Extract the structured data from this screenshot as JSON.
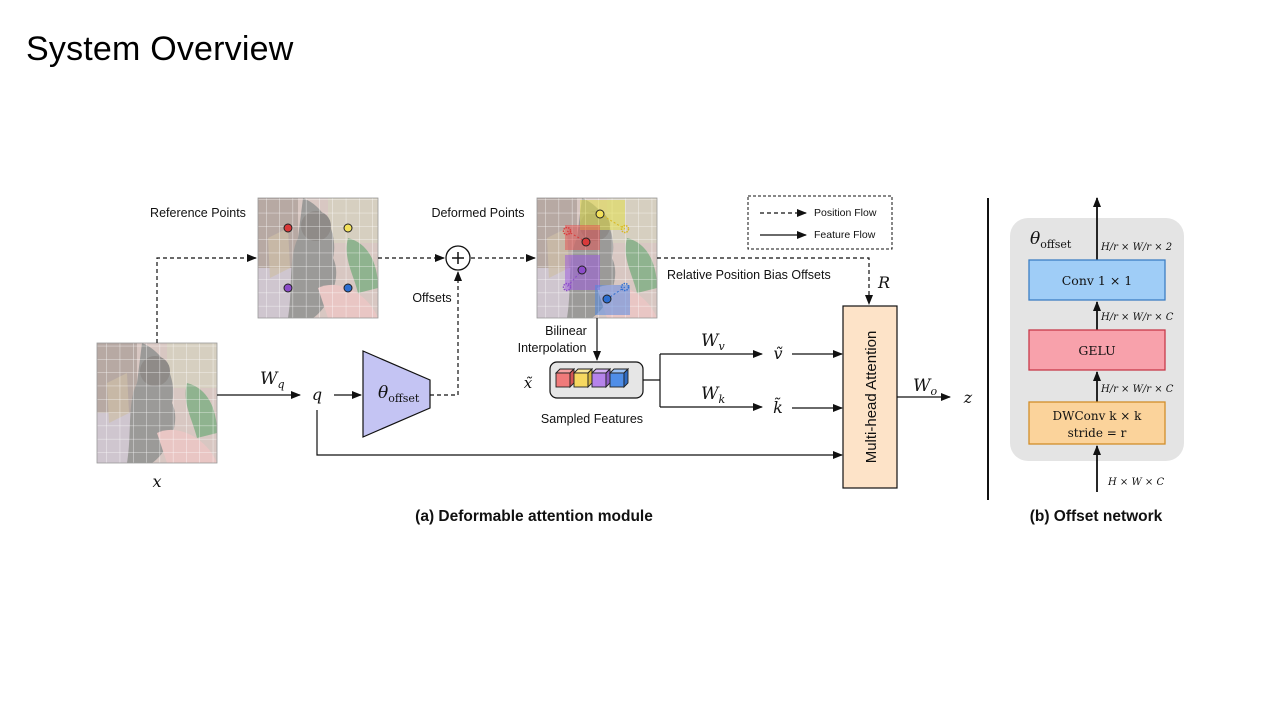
{
  "slide": {
    "title": "System Overview"
  },
  "diagram_a": {
    "reference_points_label": "Reference Points",
    "deformed_points_label": "Deformed Points",
    "offsets_label": "Offsets",
    "relative_position_label": "Relative Position Bias Offsets",
    "bilinear_line1": "Bilinear",
    "bilinear_line2": "Interpolation",
    "sampled_features_label": "Sampled Features",
    "legend_position_flow": "Position Flow",
    "legend_feature_flow": "Feature Flow",
    "x_label": "x",
    "q_label": "q",
    "wq_main": "W",
    "wq_sub": "q",
    "wv_main": "W",
    "wv_sub": "v",
    "wk_main": "W",
    "wk_sub": "k",
    "wo_main": "W",
    "wo_sub": "o",
    "theta": "θ",
    "theta_sub": "offset",
    "x_tilde": "x̃",
    "v_tilde": "ṽ",
    "k_tilde": "k̃",
    "r_label": "R",
    "z_label": "z",
    "mha_label": "Multi-head Attention",
    "caption": "(a)  Deformable attention module"
  },
  "diagram_b": {
    "theta": "θ",
    "theta_sub": "offset",
    "dim_top": "H/r × W/r × 2",
    "conv_label": "Conv 1 × 1",
    "dim_mid1": "H/r × W/r × C",
    "gelu_label": "GELU",
    "dim_mid2": "H/r × W/r × C",
    "dwconv_line1": "DWConv k × k",
    "dwconv_line2": "stride = r",
    "dim_bottom": "H × W × C",
    "caption": "(b)  Offset network",
    "colors": {
      "conv": "#9fcdf7",
      "gelu": "#f8a1ab",
      "dwconv": "#fbd39b",
      "panel": "#e4e4e4"
    }
  },
  "colors": {
    "trapezoid": "#c4c4f3",
    "mha_box": "#fde3c8",
    "point_red": "#d93a3a",
    "point_yellow": "#f2e05a",
    "point_purple": "#8c4cc9",
    "point_blue": "#2e6fd1"
  }
}
